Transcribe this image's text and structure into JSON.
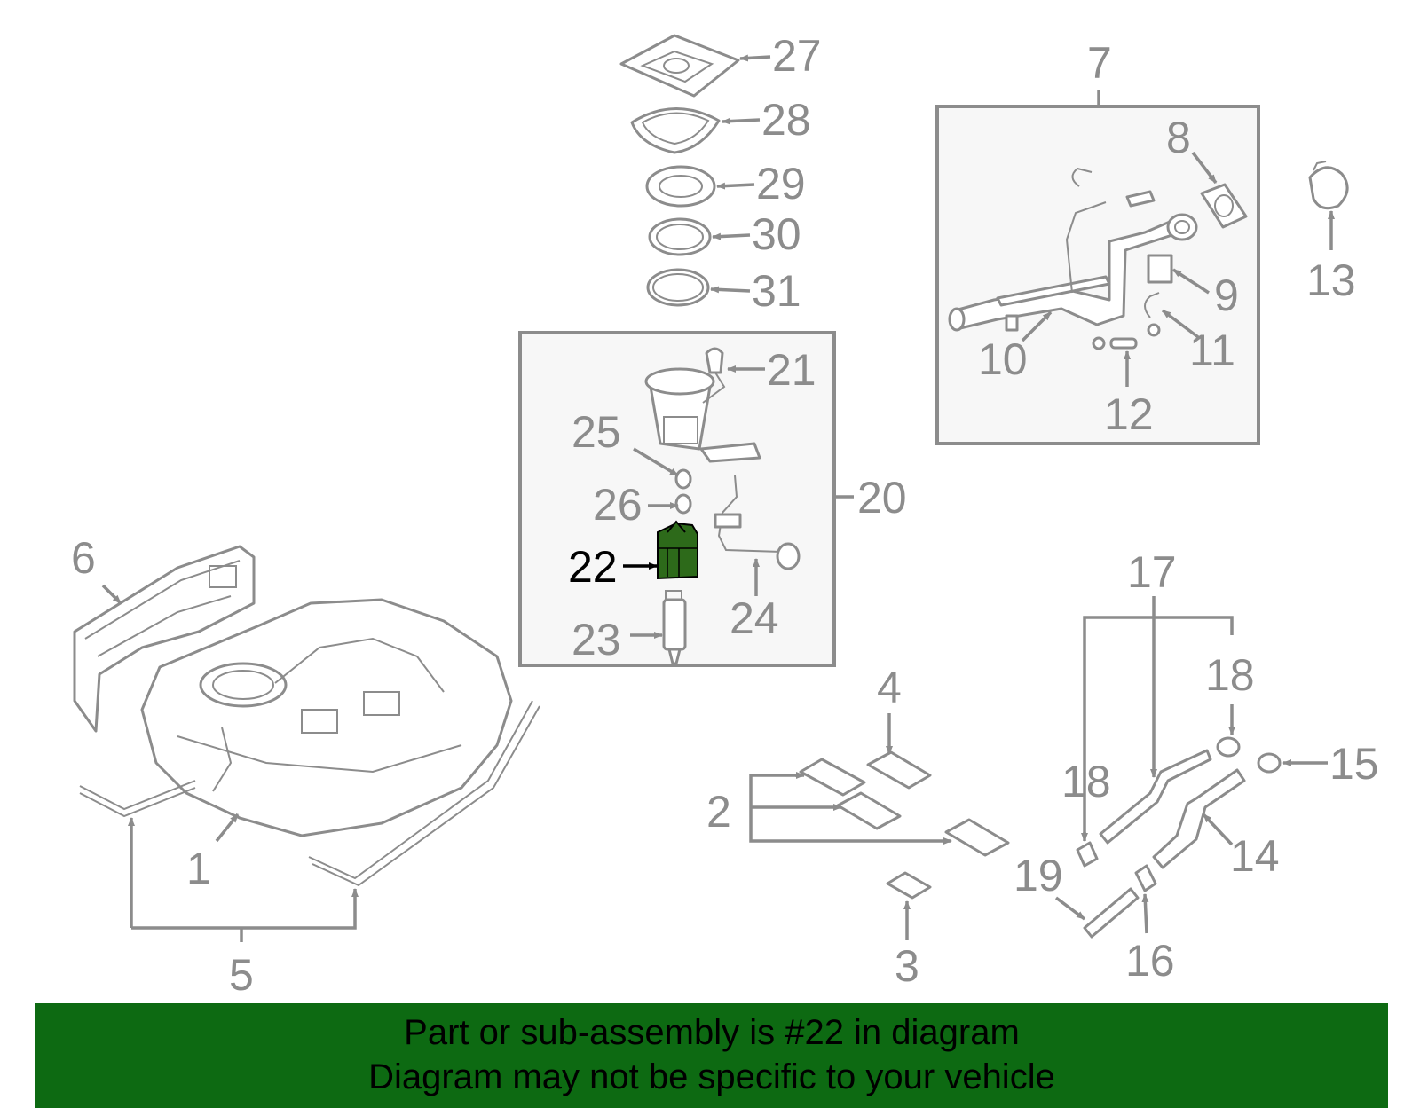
{
  "callouts": {
    "n1": "1",
    "n2": "2",
    "n3": "3",
    "n4": "4",
    "n5": "5",
    "n6": "6",
    "n7": "7",
    "n8": "8",
    "n9": "9",
    "n10": "10",
    "n11": "11",
    "n12": "12",
    "n13": "13",
    "n14": "14",
    "n15": "15",
    "n16": "16",
    "n17": "17",
    "n18a": "18",
    "n18b": "18",
    "n19": "19",
    "n20": "20",
    "n21": "21",
    "n22": "22",
    "n23": "23",
    "n24": "24",
    "n25": "25",
    "n26": "26",
    "n27": "27",
    "n28": "28",
    "n29": "29",
    "n30": "30",
    "n31": "31"
  },
  "highlighted_part": "22",
  "colors": {
    "line": "#8c8c8c",
    "highlight": "#2d6a1a",
    "banner": "#0d6a12",
    "panel": "#f7f7f7"
  },
  "banner": {
    "line1": "Part or sub-assembly is #22 in diagram",
    "line2": "Diagram may not be specific to your vehicle"
  }
}
